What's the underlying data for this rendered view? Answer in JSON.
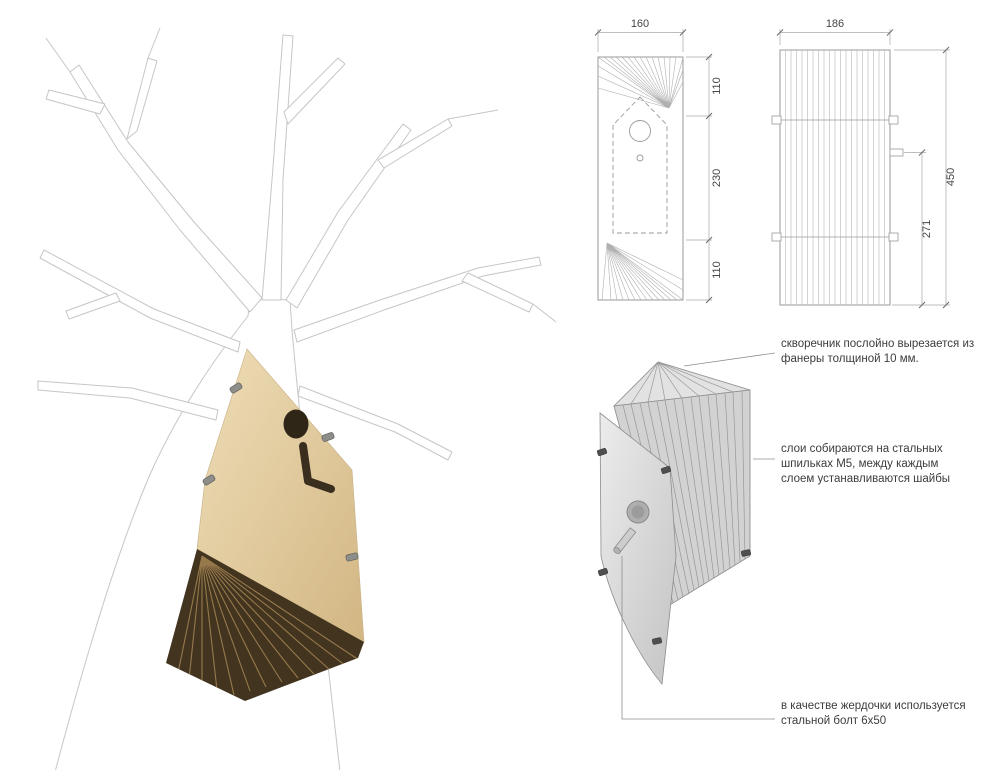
{
  "drawings": {
    "front_view": {
      "width_label": "160",
      "height_labels": [
        "110",
        "230",
        "110"
      ]
    },
    "side_view": {
      "width_label": "186",
      "height_labels": [
        "271",
        "450"
      ]
    }
  },
  "annotations": {
    "layers_note": "скворечник послойно вырезается из фанеры толщиной 10 мм.",
    "assembly_note": "слои собираются на стальных шпильках М5, между каждым слоем устанавливаются шайбы",
    "perch_note": "в качестве жердочки используется стальной болт 6х50"
  },
  "colors": {
    "plywood": "#e6d2a4",
    "plywood_dark_layers": "#42341f",
    "drawing_line_gray": "#9a9a9a",
    "render_gray": "#d2d2d2",
    "text": "#3c3c3c"
  }
}
